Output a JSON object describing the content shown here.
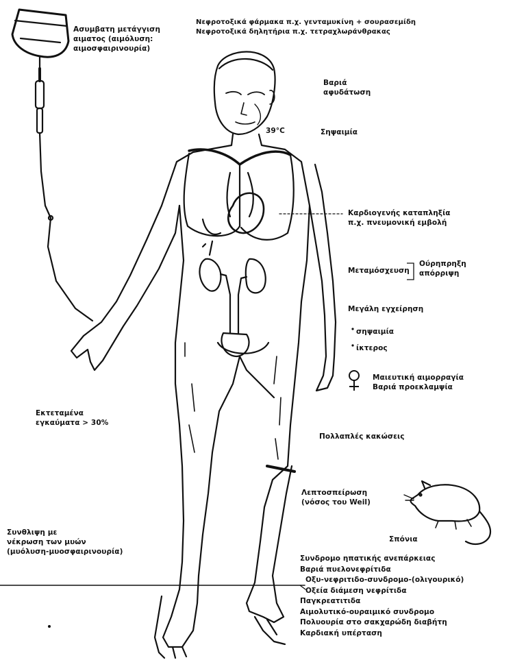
{
  "colors": {
    "ink": "#111111",
    "paper": "#ffffff"
  },
  "labels": {
    "transfusion": [
      "Ασυμβατη μετάγγιση",
      "αιματος (αιμόλυση:",
      "αιμοσφαιρινουρία)"
    ],
    "top_right": [
      "Νεφροτοξικά φάρμακα π.χ. γενταμυκίνη + σουρασεμίδη",
      "Νεφροτοξικά δηλητήρια π.χ. τετραχλωράνθρακας"
    ],
    "dehydration": [
      "Βαριά",
      "αφυδάτωση"
    ],
    "fever_temp": "39°C",
    "sepsis_head": "Σηψαιμία",
    "cardiogenic": [
      "Καρδιογενής καταπληξία",
      "π.χ. πνευμονική εμβολή"
    ],
    "transplant_head": "Μεταμόσχευση",
    "transplant_opts": [
      "Ούρηπρηξη",
      "απόρριψη"
    ],
    "surgery_head": "Μεγάλη εγχείρηση",
    "surgery_items": [
      "σηψαιμία",
      "ίκτερος"
    ],
    "obstetric": [
      "Μαιευτική αιμορραγία",
      "Βαριά προεκλαμψία"
    ],
    "burns": [
      "Εκτεταμένα",
      "εγκαύματα > 30%"
    ],
    "trauma": "Πολλαπλές κακώσεις",
    "leptospirosis": [
      "Λεπτοσπείρωση",
      "(νόσος του Weil)"
    ],
    "rat_label": "Σπόνια",
    "crush": [
      "Συνθλιψη με",
      "νέκρωση των μυών",
      "(μυόλυση-μυοσφαιρινουρία)"
    ],
    "bottom_list": [
      "Συνδρομο ηπατικής ανεπάρκειας",
      "Βαριά πυελονεφρίτιδα",
      "Οξυ-νεφριτιδο-συνδρομο-(ολιγουρικό)",
      "Οξεία διάμεση νεφρίτιδα",
      "Παγκρεατιτιδα",
      "Αιμολυτικό-ουραιμικό συνδρομο",
      "Πολυουρία στο σακχαρώδη διαβήτη",
      "Καρδιακή υπέρταση"
    ]
  }
}
